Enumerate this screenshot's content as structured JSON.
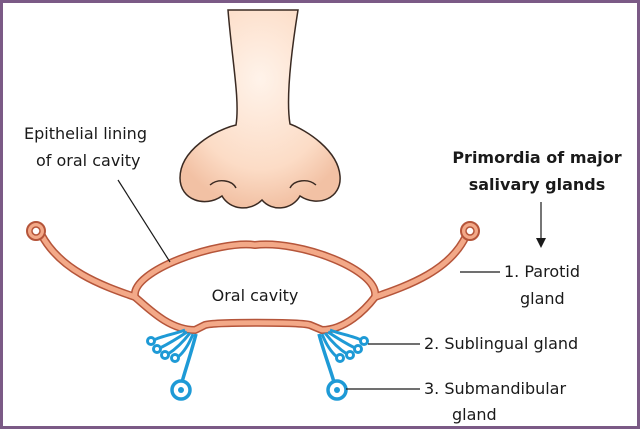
{
  "labels": {
    "epithelial_line1": "Epithelial lining",
    "epithelial_line2": "of oral cavity",
    "oral_cavity": "Oral cavity",
    "primordia_line1": "Primordia of major",
    "primordia_line2": "salivary glands",
    "parotid_line1": "1. Parotid",
    "parotid_line2": "gland",
    "sublingual": "2. Sublingual gland",
    "submandibular_line1": "3. Submandibular",
    "submandibular_line2": "gland"
  },
  "colors": {
    "frame": "#7b5a86",
    "epithelium_fill": "#f3a988",
    "epithelium_stroke": "#b5553a",
    "gland_blue": "#1e9ad6",
    "nose_light": "#fde4d2",
    "nose_stroke": "#3a2a22"
  }
}
